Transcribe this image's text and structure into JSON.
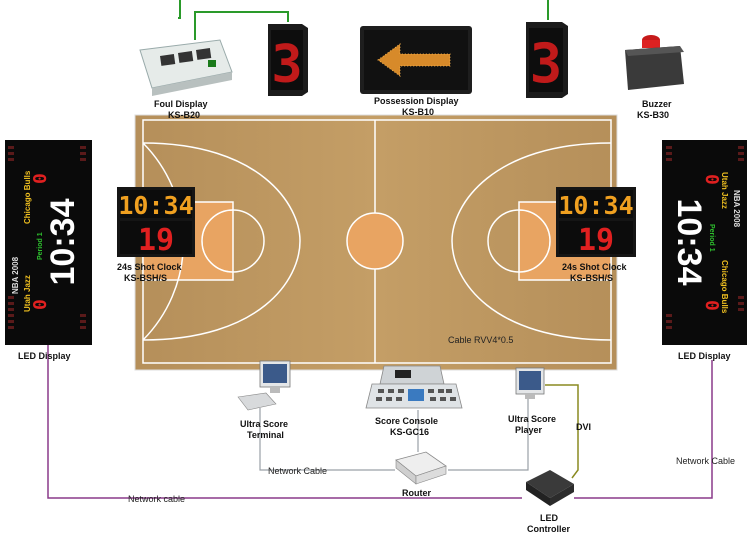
{
  "devices": {
    "foul_display": {
      "name": "Foul Display",
      "model": "KS-B20"
    },
    "possession_display": {
      "name": "Possession Display",
      "model": "KS-B10"
    },
    "buzzer": {
      "name": "Buzzer",
      "model": "KS-B30"
    },
    "shot_clock_left": {
      "name": "24s Shot Clock",
      "model": "KS-BSH/S",
      "time": "10:34",
      "shot": "19"
    },
    "shot_clock_right": {
      "name": "24s Shot Clock",
      "model": "KS-BSH/S",
      "time": "10:34",
      "shot": "19"
    },
    "led_left": {
      "name": "LED Display"
    },
    "led_right": {
      "name": "LED Display"
    },
    "score_console": {
      "name": "Score Console",
      "model": "KS-GC16"
    },
    "terminal": {
      "name": "Ultra Score",
      "name2": "Terminal"
    },
    "player": {
      "name": "Ultra Score",
      "name2": "Player"
    },
    "router": {
      "name": "Router"
    },
    "led_controller": {
      "name": "LED",
      "name2": "Controller"
    }
  },
  "cables": {
    "court_cable": "Cable RVV4*0.5",
    "network_cable_mid": "Network Cable",
    "network_cable_left": "Network cable",
    "network_cable_right": "Network Cable",
    "dvi": "DVI"
  },
  "scoreboard": {
    "title": "NBA 2008",
    "team_home": "Chicago Bulls",
    "team_away": "Utah Jazz",
    "period": "Period 1",
    "clock": "10:34",
    "score_home": "0",
    "score_away": "0"
  },
  "colors": {
    "court": "#b08d5a",
    "paint": "#e8a462",
    "led_red": "#e02020",
    "led_amber": "#f0a020",
    "wire_green": "#2a9a2a",
    "wire_purple": "#8a3a8a",
    "wire_olive": "#8a8a20"
  }
}
